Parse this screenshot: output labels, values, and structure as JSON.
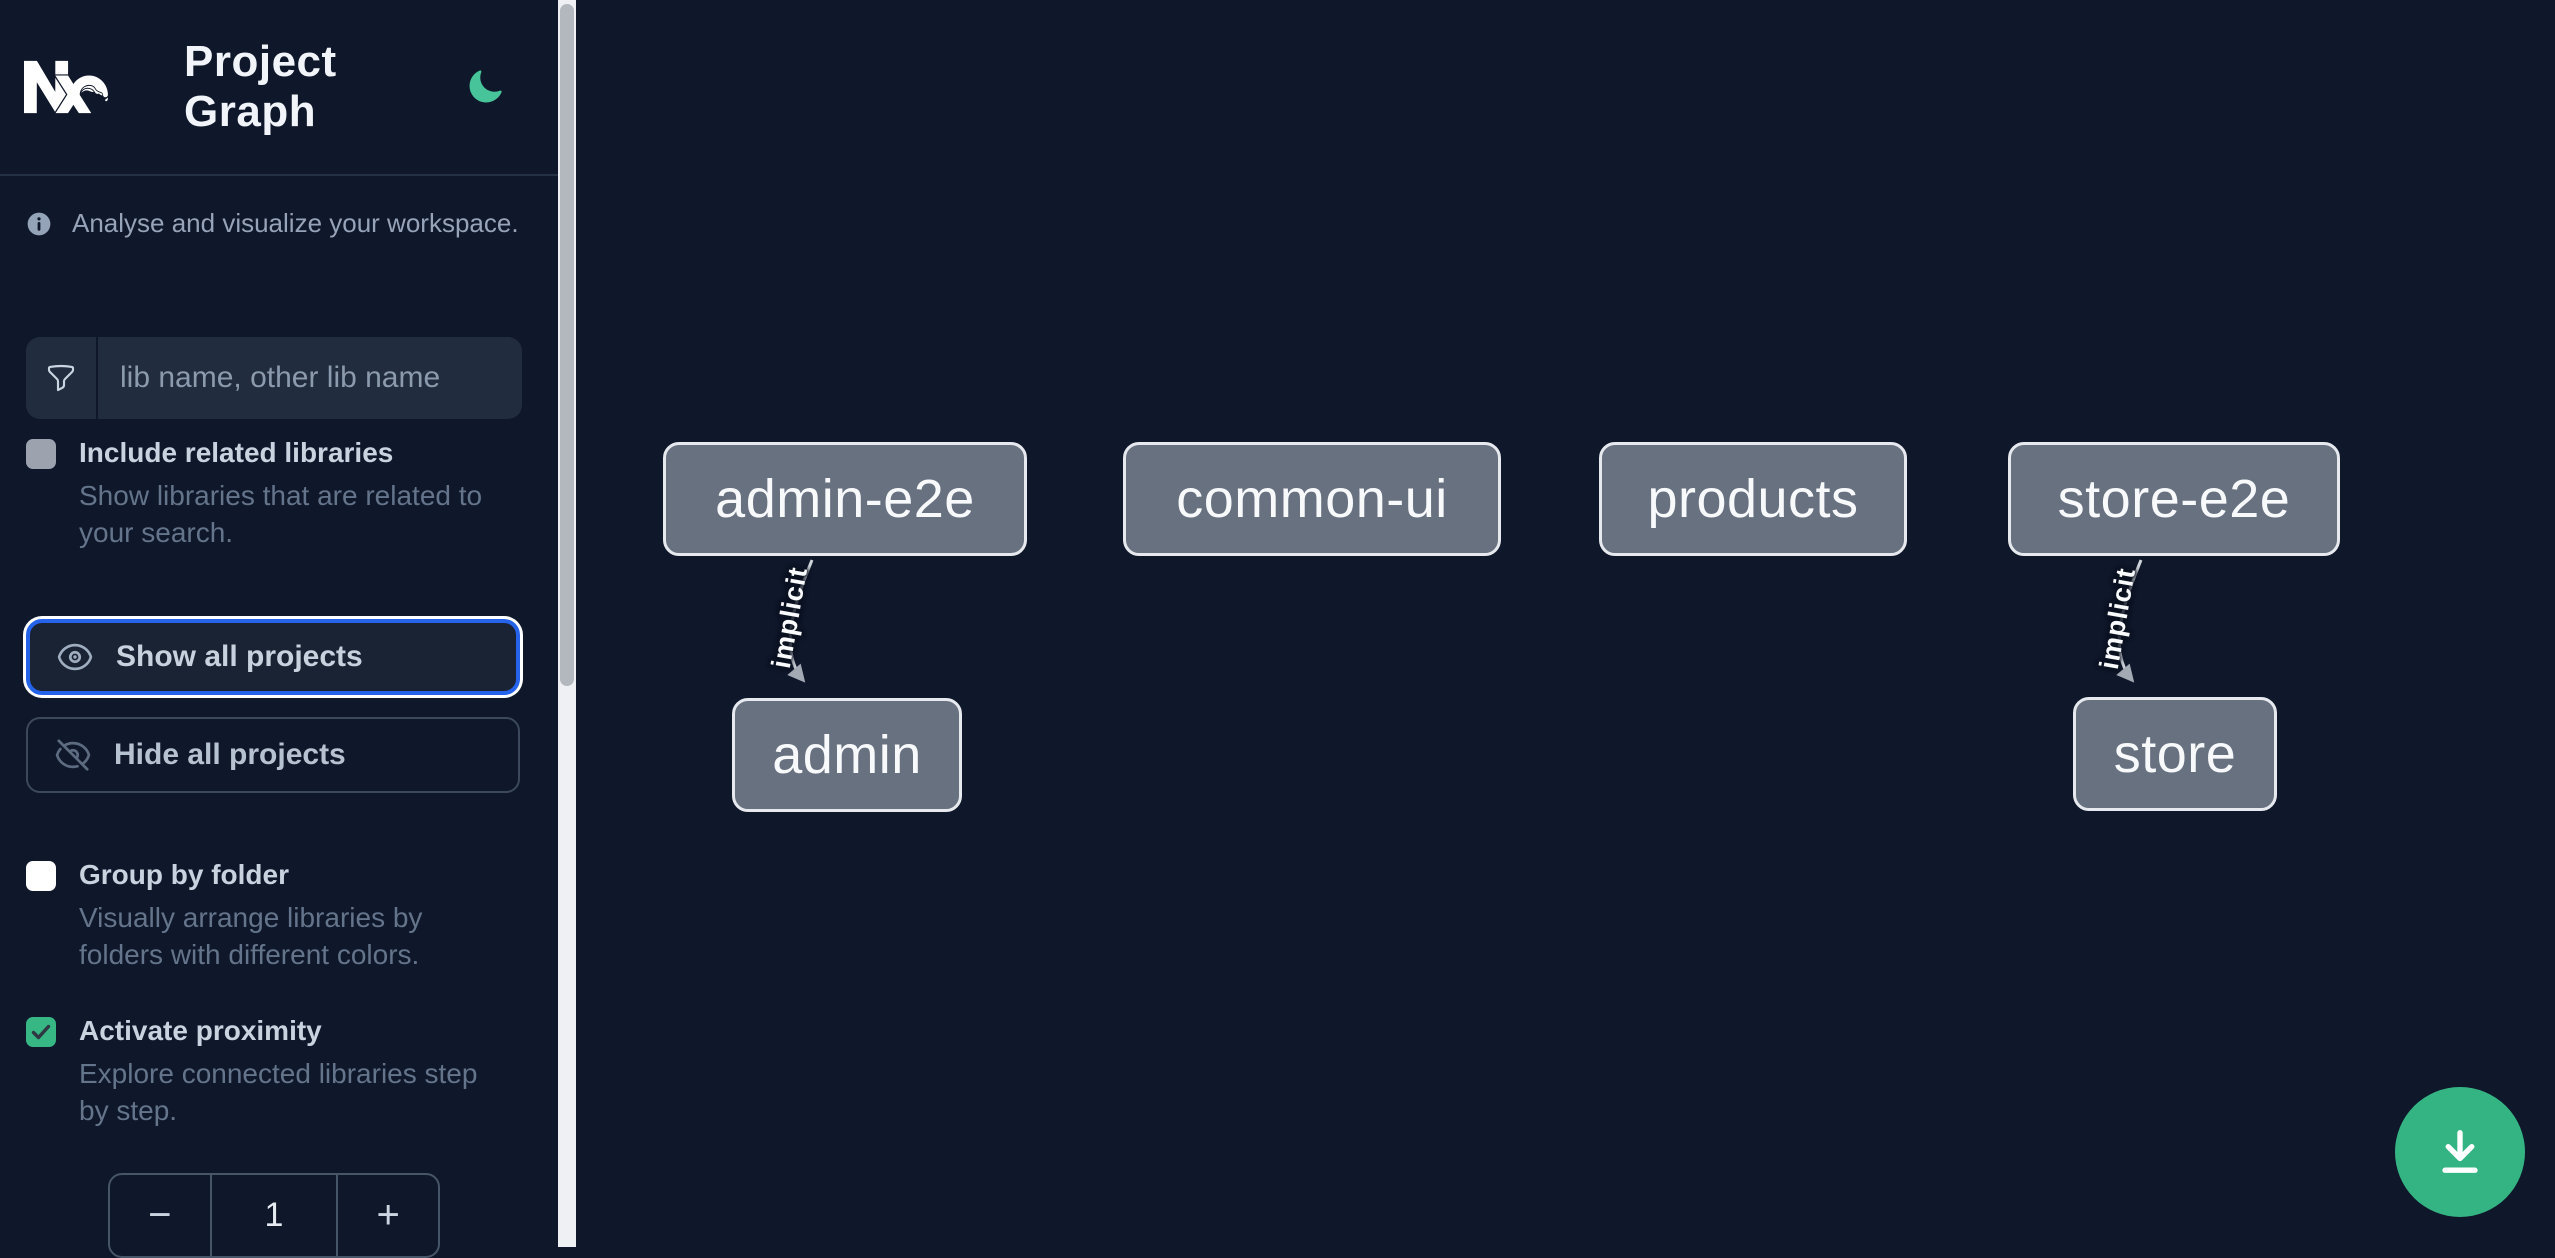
{
  "header": {
    "app_name": "Nx",
    "title": "Project Graph",
    "theme_icon": "moon-icon"
  },
  "sidebar": {
    "tagline": "Analyse and visualize your workspace.",
    "search": {
      "placeholder": "lib name, other lib name",
      "value": "",
      "icon": "funnel-icon"
    },
    "include_related": {
      "label": "Include related libraries",
      "description": "Show libraries that are related to your search.",
      "checked": false,
      "enabled": false
    },
    "show_all": {
      "label": "Show all projects",
      "icon": "eye-icon",
      "focused": true
    },
    "hide_all": {
      "label": "Hide all projects",
      "icon": "eye-off-icon"
    },
    "group_by_folder": {
      "label": "Group by folder",
      "description": "Visually arrange libraries by folders with different colors.",
      "checked": false
    },
    "activate_proximity": {
      "label": "Activate proximity",
      "description": "Explore connected libraries step by step.",
      "checked": true
    },
    "proximity_stepper": {
      "decrement": "−",
      "value": "1",
      "increment": "+"
    }
  },
  "graph": {
    "nodes": [
      {
        "id": "admin-e2e",
        "label": "admin-e2e"
      },
      {
        "id": "common-ui",
        "label": "common-ui"
      },
      {
        "id": "products",
        "label": "products"
      },
      {
        "id": "store-e2e",
        "label": "store-e2e"
      },
      {
        "id": "admin",
        "label": "admin"
      },
      {
        "id": "store",
        "label": "store"
      }
    ],
    "edges": [
      {
        "source": "admin-e2e",
        "target": "admin",
        "label": "implicit",
        "type": "implicit"
      },
      {
        "source": "store-e2e",
        "target": "store",
        "label": "implicit",
        "type": "implicit"
      }
    ]
  },
  "fab": {
    "icon": "download-icon"
  },
  "colors": {
    "background": "#0f172a",
    "accent_green_moon": "#47c49a",
    "accent_green_checkbox": "#36b784",
    "accent_green_fab": "#34b483",
    "focus_blue": "#2563eb",
    "node_fill": "#687180",
    "node_border": "#e6e9ee",
    "edge_line": "#ced3da"
  }
}
